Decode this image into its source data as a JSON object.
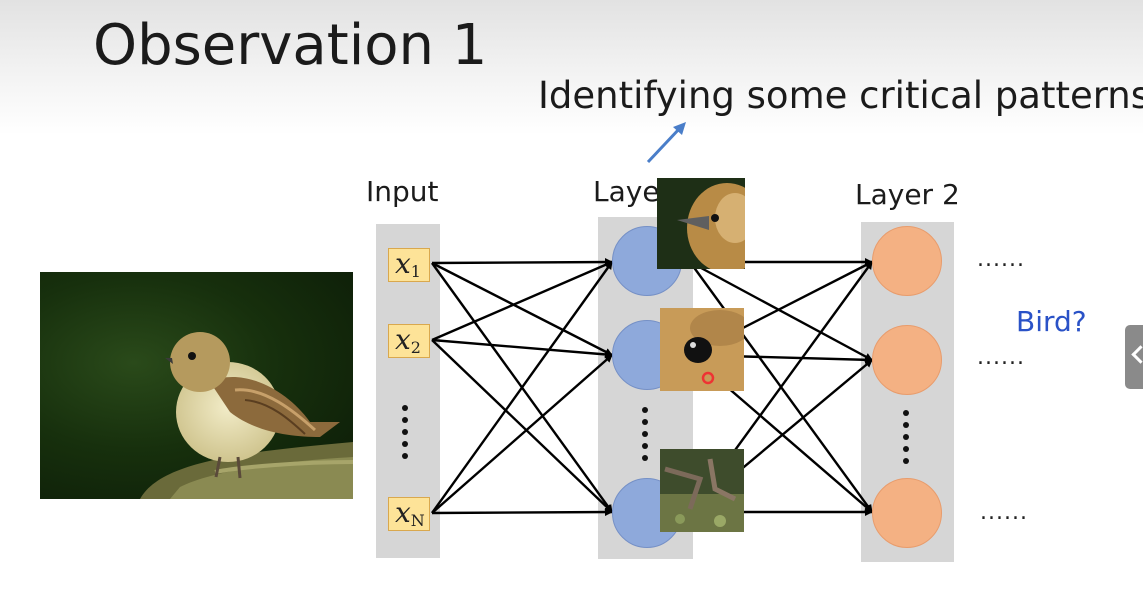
{
  "title": "Observation 1",
  "subtitle": "Identifying some critical patterns",
  "columns": {
    "input": "Input",
    "layer1": "Laye",
    "layer2": "Layer 2"
  },
  "inputs": {
    "x1": {
      "base": "x",
      "sub": "1"
    },
    "x2": {
      "base": "x",
      "sub": "2"
    },
    "xn": {
      "base": "x",
      "sub": "N"
    }
  },
  "output_dots": "......",
  "output_label": "Bird?",
  "colors": {
    "accent_text": "#2a52c7",
    "arrow": "#4a7ec9",
    "layer1_node": "#8ea9db",
    "layer2_node": "#f4b183",
    "input_box": "#fde398"
  },
  "images": {
    "bird_photo": "bird-photo",
    "patch_beak": "beak-patch",
    "patch_eye": "eye-patch",
    "patch_claw": "claw-patch"
  }
}
